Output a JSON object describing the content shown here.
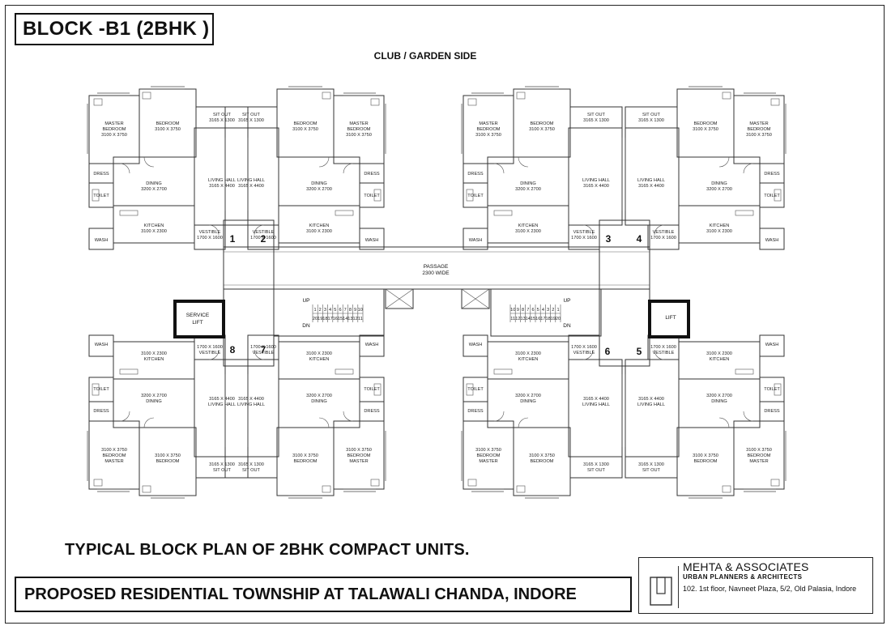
{
  "header": {
    "block_title": "BLOCK -B1 (2BHK )",
    "side_label": "CLUB / GARDEN SIDE"
  },
  "units": [
    "1",
    "2",
    "3",
    "4",
    "5",
    "6",
    "7",
    "8"
  ],
  "rooms": {
    "master_bedroom": "MASTER\nBEDROOM",
    "master_bedroom_size": "3100 X 3750",
    "bedroom": "BEDROOM",
    "bedroom_size": "3100 X 3750",
    "sit_out": "SIT OUT",
    "sit_out_size": "3165 X 1300",
    "dress": "DRESS",
    "toilet": "TOILET",
    "dining": "DINING",
    "dining_size": "3200 X 2700",
    "living_hall": "LIVING HALL",
    "living_hall_size": "3165 X 4400",
    "kitchen": "KITCHEN",
    "kitchen_size": "3100 X 2300",
    "vestible": "VESTIBLE",
    "vestible_size": "1700 X 1600",
    "wash": "WASH"
  },
  "core": {
    "passage": "PASSAGE",
    "passage_size": "2300 WIDE",
    "service_lift": "SERVICE\nLIFT",
    "lift": "LIFT",
    "up": "UP",
    "dn": "DN",
    "stair_top": [
      "1",
      "2",
      "3",
      "4",
      "5",
      "6",
      "7",
      "8",
      "9",
      "10"
    ],
    "stair_bottom": [
      "20",
      "19",
      "18",
      "17",
      "16",
      "15",
      "14",
      "13",
      "12",
      "11"
    ]
  },
  "footer": {
    "typical_caption": "TYPICAL BLOCK PLAN OF 2BHK COMPACT UNITS.",
    "project_title": "PROPOSED RESIDENTIAL TOWNSHIP AT TALAWALI CHANDA,  INDORE",
    "firm_name": "MEHTA & ASSOCIATES",
    "firm_subtitle": "URBAN  PLANNERS & ARCHITECTS",
    "firm_address": "102. 1st floor, Navneet Plaza,  5/2, Old Palasia, Indore"
  }
}
